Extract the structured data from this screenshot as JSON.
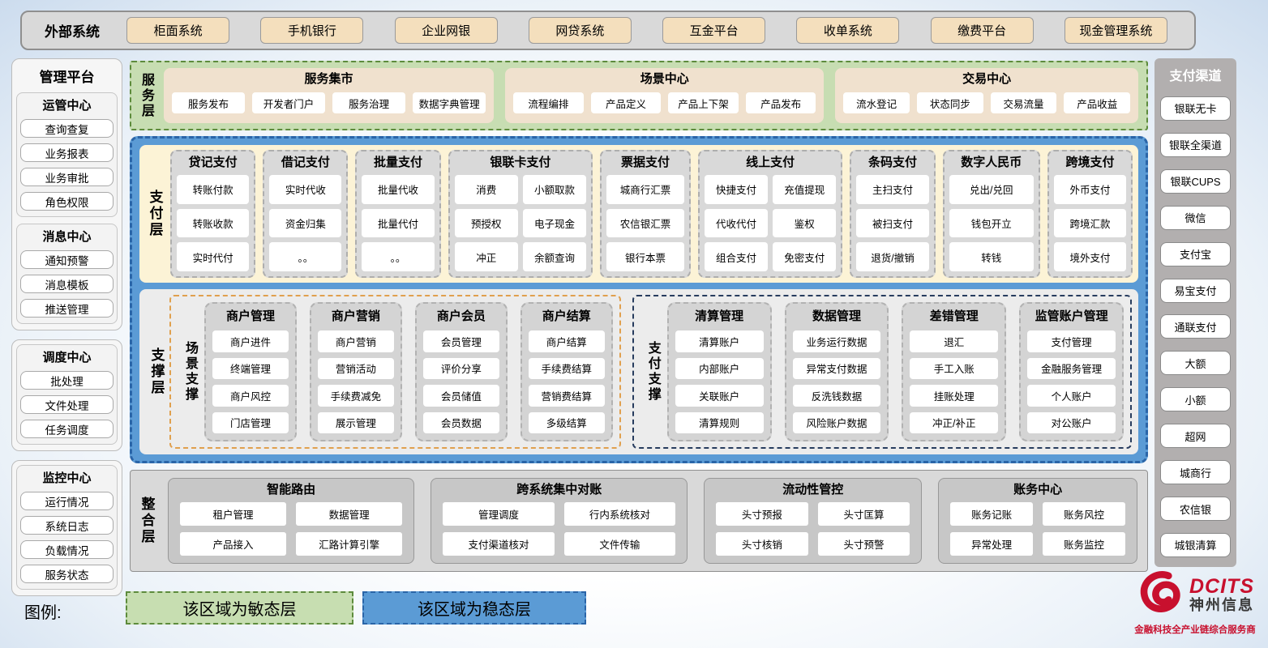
{
  "external_systems": {
    "label": "外部系统",
    "items": [
      "柜面系统",
      "手机银行",
      "企业网银",
      "网贷系统",
      "互金平台",
      "收单系统",
      "缴费平台",
      "现金管理系统"
    ]
  },
  "management_platform": {
    "title": "管理平台",
    "groups": [
      {
        "title": "运管中心",
        "items": [
          "查询查复",
          "业务报表",
          "业务审批",
          "角色权限"
        ]
      },
      {
        "title": "消息中心",
        "items": [
          "通知预警",
          "消息模板",
          "推送管理"
        ]
      },
      {
        "title": "调度中心",
        "items": [
          "批处理",
          "文件处理",
          "任务调度"
        ]
      },
      {
        "title": "监控中心",
        "items": [
          "运行情况",
          "系统日志",
          "负载情况",
          "服务状态"
        ]
      }
    ]
  },
  "service_layer": {
    "label": "服务层",
    "sections": [
      {
        "title": "服务集市",
        "items": [
          "服务发布",
          "开发者门户",
          "服务治理",
          "数据字典管理"
        ]
      },
      {
        "title": "场景中心",
        "items": [
          "流程编排",
          "产品定义",
          "产品上下架",
          "产品发布"
        ]
      },
      {
        "title": "交易中心",
        "items": [
          "流水登记",
          "状态同步",
          "交易流量",
          "产品收益"
        ]
      }
    ]
  },
  "payment_layer": {
    "label": "支付层",
    "columns": [
      {
        "title": "贷记支付",
        "cols": 1,
        "items": [
          "转账付款",
          "转账收款",
          "实时代付"
        ]
      },
      {
        "title": "借记支付",
        "cols": 1,
        "items": [
          "实时代收",
          "资金归集",
          "。。"
        ]
      },
      {
        "title": "批量支付",
        "cols": 1,
        "items": [
          "批量代收",
          "批量代付",
          "。。"
        ]
      },
      {
        "title": "银联卡支付",
        "cols": 2,
        "items": [
          "消费",
          "小额取款",
          "预授权",
          "电子现金",
          "冲正",
          "余额查询"
        ]
      },
      {
        "title": "票据支付",
        "cols": 1,
        "items": [
          "城商行汇票",
          "农信银汇票",
          "银行本票"
        ]
      },
      {
        "title": "线上支付",
        "cols": 2,
        "items": [
          "快捷支付",
          "充值提现",
          "代收代付",
          "鉴权",
          "组合支付",
          "免密支付"
        ]
      },
      {
        "title": "条码支付",
        "cols": 1,
        "items": [
          "主扫支付",
          "被扫支付",
          "退货/撤销"
        ]
      },
      {
        "title": "数字人民币",
        "cols": 1,
        "items": [
          "兑出/兑回",
          "钱包开立",
          "转钱"
        ]
      },
      {
        "title": "跨境支付",
        "cols": 1,
        "items": [
          "外币支付",
          "跨境汇款",
          "境外支付"
        ]
      }
    ]
  },
  "support_layer": {
    "label": "支撑层",
    "groups": [
      {
        "label": "场景支撑",
        "style": "orange",
        "columns": [
          {
            "title": "商户管理",
            "items": [
              "商户进件",
              "终端管理",
              "商户风控",
              "门店管理"
            ]
          },
          {
            "title": "商户营销",
            "items": [
              "商户营销",
              "营销活动",
              "手续费减免",
              "展示管理"
            ]
          },
          {
            "title": "商户会员",
            "items": [
              "会员管理",
              "评价分享",
              "会员储值",
              "会员数据"
            ]
          },
          {
            "title": "商户结算",
            "items": [
              "商户结算",
              "手续费结算",
              "营销费结算",
              "多级结算"
            ]
          }
        ]
      },
      {
        "label": "支付支撑",
        "style": "navy",
        "columns": [
          {
            "title": "清算管理",
            "items": [
              "清算账户",
              "内部账户",
              "关联账户",
              "清算规则"
            ]
          },
          {
            "title": "数据管理",
            "items": [
              "业务运行数据",
              "异常支付数据",
              "反洗钱数据",
              "风险账户数据"
            ]
          },
          {
            "title": "差错管理",
            "items": [
              "退汇",
              "手工入账",
              "挂账处理",
              "冲正/补正"
            ]
          },
          {
            "title": "监管账户管理",
            "items": [
              "支付管理",
              "金融服务管理",
              "个人账户",
              "对公账户"
            ]
          }
        ]
      }
    ]
  },
  "integration_layer": {
    "label": "整合层",
    "sections": [
      {
        "title": "智能路由",
        "items": [
          "租户管理",
          "数据管理",
          "产品接入",
          "汇路计算引擎"
        ]
      },
      {
        "title": "跨系统集中对账",
        "items": [
          "管理调度",
          "行内系统核对",
          "支付渠道核对",
          "文件传输"
        ]
      },
      {
        "title": "流动性管控",
        "items": [
          "头寸预报",
          "头寸匡算",
          "头寸核销",
          "头寸预警"
        ]
      },
      {
        "title": "账务中心",
        "items": [
          "账务记账",
          "账务风控",
          "异常处理",
          "账务监控"
        ]
      }
    ]
  },
  "payment_channels": {
    "title": "支付渠道",
    "items": [
      "银联无卡",
      "银联全渠道",
      "银联CUPS",
      "微信",
      "支付宝",
      "易宝支付",
      "通联支付",
      "大额",
      "小额",
      "超网",
      "城商行",
      "农信银",
      "城银清算"
    ]
  },
  "legend": {
    "label": "图例:",
    "agile_label": "该区域为敏态层",
    "stable_label": "该区域为稳态层"
  },
  "logo": {
    "brand": "DCITS",
    "brand_cn": "神州信息",
    "tagline": "金融科技全产业链综合服务商"
  },
  "colors": {
    "agile_green": "#c7ddb2",
    "stable_blue": "#5b9bd5",
    "external_tan": "#f4dfbd",
    "panel_gray": "#d9d9d9",
    "payment_cream": "#fcf3d6",
    "scene_support_border_orange": "#e0a04e",
    "payment_support_border_navy": "#273c5e",
    "brand_red": "#c8102e"
  }
}
